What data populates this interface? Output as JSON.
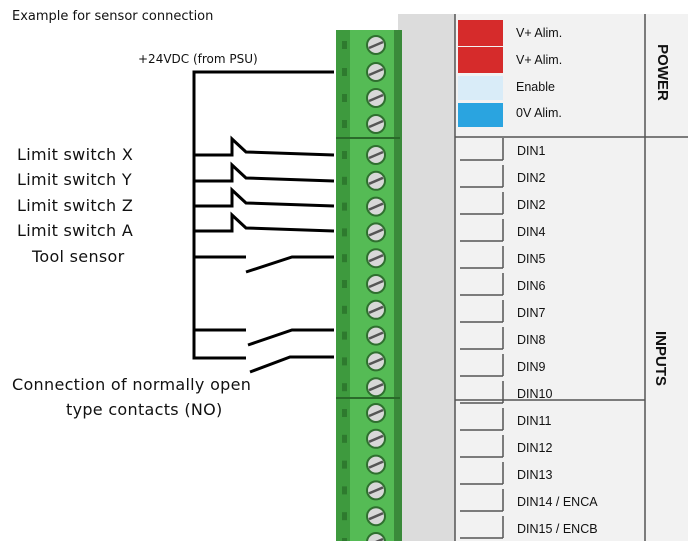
{
  "diagram": {
    "title": "Example for sensor connection",
    "psu_label": "+24VDC (from PSU)",
    "sensor_labels": [
      "Limit switch X",
      "Limit switch Y",
      "Limit switch Z",
      "Limit switch A",
      "Tool sensor"
    ],
    "note_line1": "Connection of normally open",
    "note_line2": "type contacts (NO)"
  },
  "terminal": {
    "power_group": "POWER",
    "power_pins": [
      "V+ Alim.",
      "V+ Alim.",
      "Enable",
      "0V Alim."
    ],
    "inputs_group": "INPUTS",
    "input_pins": [
      "DIN1",
      "DIN2",
      "DIN2",
      "DIN4",
      "DIN5",
      "DIN6",
      "DIN7",
      "DIN8",
      "DIN9",
      "DIN10",
      "DIN11",
      "DIN12",
      "DIN13",
      "DIN14 / ENCA",
      "DIN15 / ENCB"
    ],
    "colors": {
      "red": "#d62b2b",
      "light_blue": "#d9ecf8",
      "blue": "#2aa4e0",
      "green": "#55bb55",
      "panel": "#e9e9e9"
    }
  }
}
